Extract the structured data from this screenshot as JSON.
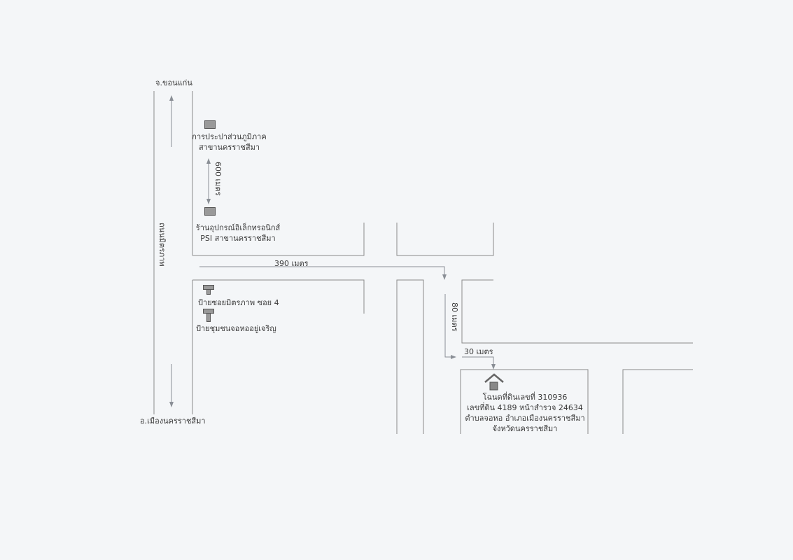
{
  "destinations": {
    "north": "จ.ขอนแก่น",
    "south": "อ.เมืองนครราชสีมา"
  },
  "road_name": "ถนนมิตรภาพ",
  "landmarks": [
    {
      "line1": "การประปาส่วนภูมิภาค",
      "line2": "สาขานครราชสีมา",
      "icon": "building-icon"
    },
    {
      "line1": "ร้านอุปกรณ์อิเล็กทรอนิกส์",
      "line2": "PSI สาขานครราชสีมา",
      "icon": "building-icon"
    },
    {
      "line1": "ป้ายซอยมิตรภาพ ซอย 4",
      "icon": "signpost-icon"
    },
    {
      "line1": "ป้ายชุมชนจอหออยู่เจริญ",
      "icon": "signpost-icon"
    }
  ],
  "distances": {
    "d600": "600 เมตร",
    "d390": "390 เมตร",
    "d80": "80 เมตร",
    "d30": "30 เมตร"
  },
  "property": {
    "icon": "house-icon",
    "line1": "โฉนดที่ดินเลขที่ 310936",
    "line2": "เลขที่ดิน 4189 หน้าสำรวจ 24634",
    "line3": "ตำบลจอหอ อำเภอเมืองนครราชสีมา",
    "line4": "จังหวัดนครราชสีมา"
  },
  "colors": {
    "road": "#8a8a8a",
    "arrow": "#8a8f96"
  }
}
